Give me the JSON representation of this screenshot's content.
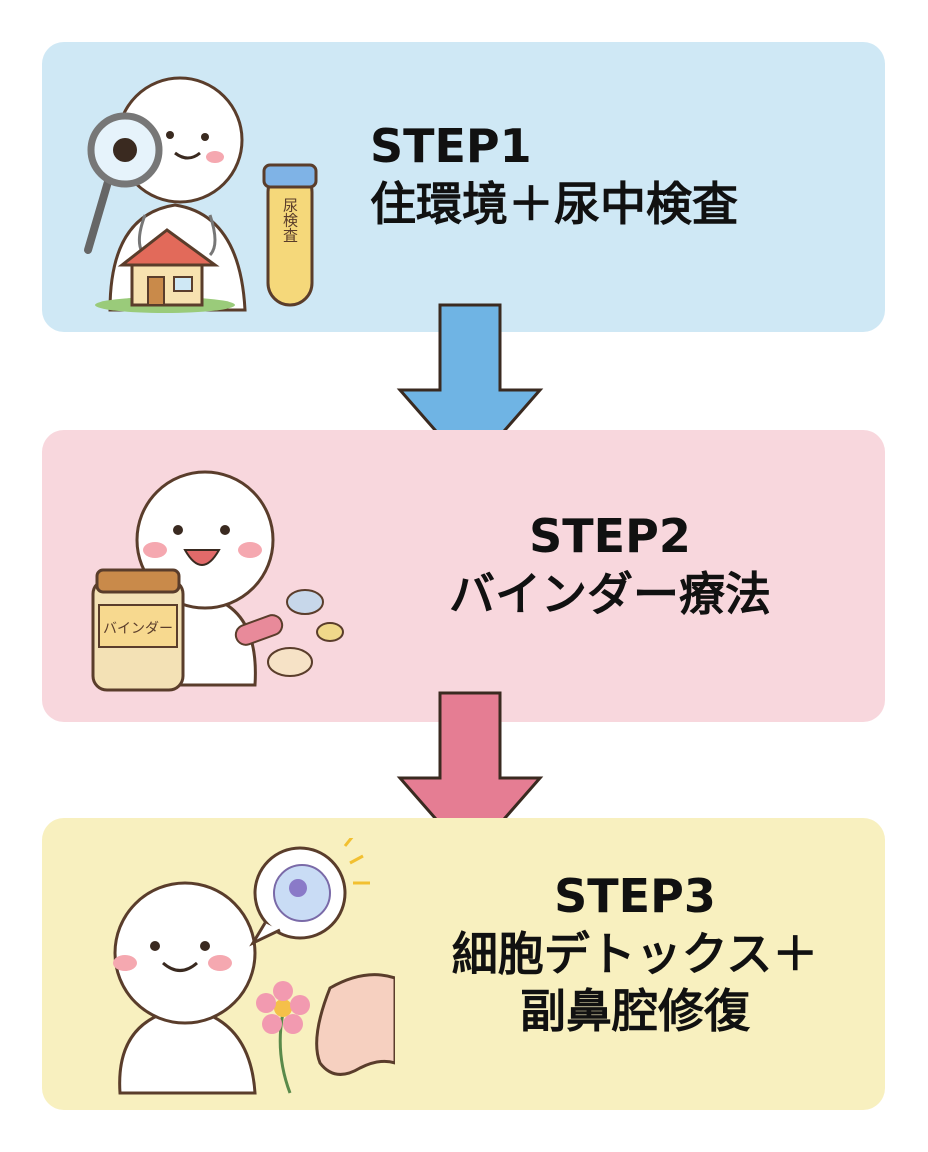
{
  "steps": [
    {
      "title": "STEP1",
      "subtitle": [
        "住環境＋尿中検査"
      ],
      "tube_label": "尿検査",
      "color": "#cfe8f5"
    },
    {
      "title": "STEP2",
      "subtitle": [
        "バインダー療法"
      ],
      "jar_label": "バインダー",
      "color": "#f8d7dd"
    },
    {
      "title": "STEP3",
      "subtitle": [
        "細胞デトックス＋",
        "副鼻腔修復"
      ],
      "color": "#f8f0bf"
    }
  ],
  "arrows": [
    {
      "color": "#6fb4e4"
    },
    {
      "color": "#e57d93"
    }
  ]
}
